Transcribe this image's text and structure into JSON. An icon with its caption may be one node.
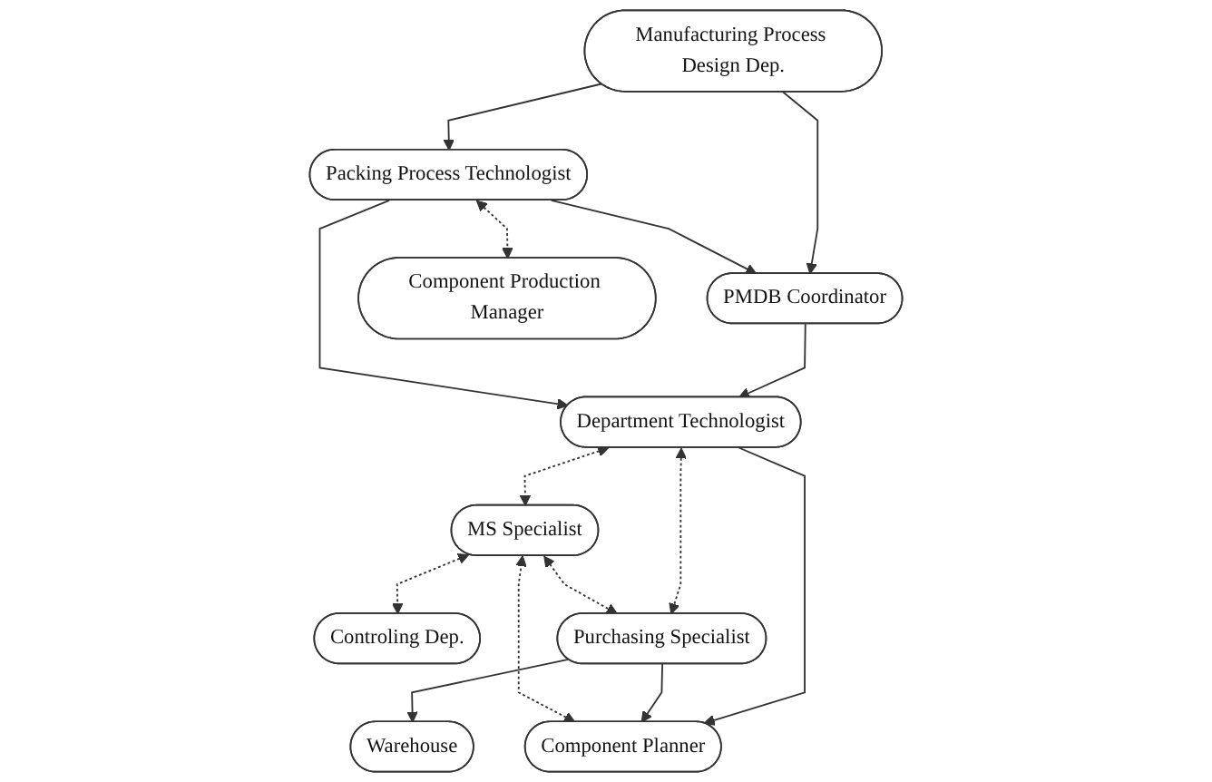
{
  "diagram": {
    "nodes": [
      {
        "text": [
          "Manufacturing Process Design Dep."
        ]
      },
      {
        "text": [
          "PMDB Coordinator"
        ]
      },
      {
        "text": [
          "Packing Process Technologist"
        ]
      },
      {
        "text": [
          "Component Production Manager"
        ]
      },
      {
        "text": [
          "MS Specialist"
        ]
      },
      {
        "text": [
          "Controling Dep."
        ]
      },
      {
        "text": [
          "Department Technologist"
        ]
      },
      {
        "text": [
          "Component Planner"
        ]
      },
      {
        "text": [
          "Purchasing Specialist"
        ]
      },
      {
        "text": [
          "Warehouse"
        ]
      }
    ],
    "edges": [
      {
        "from": 0,
        "to": 1,
        "arrow": "to"
      },
      {
        "from": 0,
        "to": 2,
        "arrow": "to"
      },
      {
        "from": 2,
        "to": 1,
        "arrow": "to"
      },
      {
        "from": 2,
        "to": 3,
        "arrow": "both",
        "style": "dashed"
      },
      {
        "from": 1,
        "to": 6,
        "arrow": "to"
      },
      {
        "from": 2,
        "to": 6,
        "arrow": "to"
      },
      {
        "from": 4,
        "to": 5,
        "arrow": "both",
        "style": "dashed"
      },
      {
        "from": 6,
        "to": 4,
        "arrow": "both",
        "style": "dashed"
      },
      {
        "from": 7,
        "to": 4,
        "arrow": "both",
        "style": "dashed"
      },
      {
        "from": 6,
        "to": 8,
        "arrow": "both",
        "style": "dashed"
      },
      {
        "from": 4,
        "to": 8,
        "arrow": "both",
        "style": "dashed"
      },
      {
        "from": 6,
        "to": 7,
        "arrow": "to"
      },
      {
        "from": 8,
        "to": 7,
        "arrow": "to"
      },
      {
        "from": 8,
        "to": 9,
        "arrow": "to"
      }
    ]
  }
}
